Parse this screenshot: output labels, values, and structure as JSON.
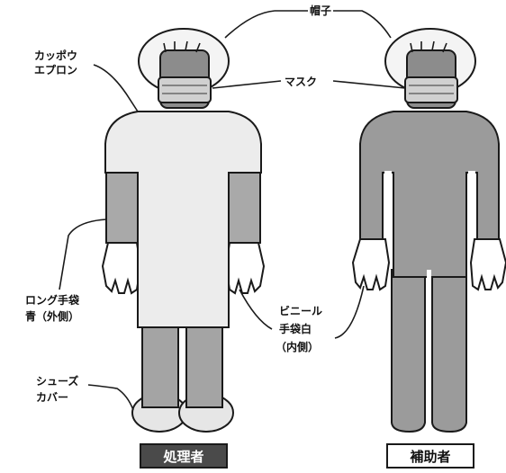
{
  "labels": {
    "hat": "帽子",
    "mask": "マスク",
    "apron_line1": "カッポウ",
    "apron_line2": "エプロン",
    "long_glove_line1": "ロング手袋",
    "long_glove_line2": "青（外側）",
    "vinyl_glove_line1": "ビニール",
    "vinyl_glove_line2": "手袋白",
    "vinyl_glove_line3": "（内側）",
    "shoe_cover_line1": "シューズ",
    "shoe_cover_line2": "カバー"
  },
  "captions": {
    "left_figure": "処理者",
    "right_figure": "補助者"
  },
  "colors": {
    "apron": "#ececec",
    "long_glove": "#a9a9a9",
    "trousers": "#a4a4a4",
    "assistant_suit": "#9b9b9b",
    "hat": "#f4f4f4",
    "face": "#8c8c8c",
    "mask": "#d0d0d0",
    "caption_bg_left": "#4a4a4a",
    "caption_bg_right": "#ffffff"
  }
}
